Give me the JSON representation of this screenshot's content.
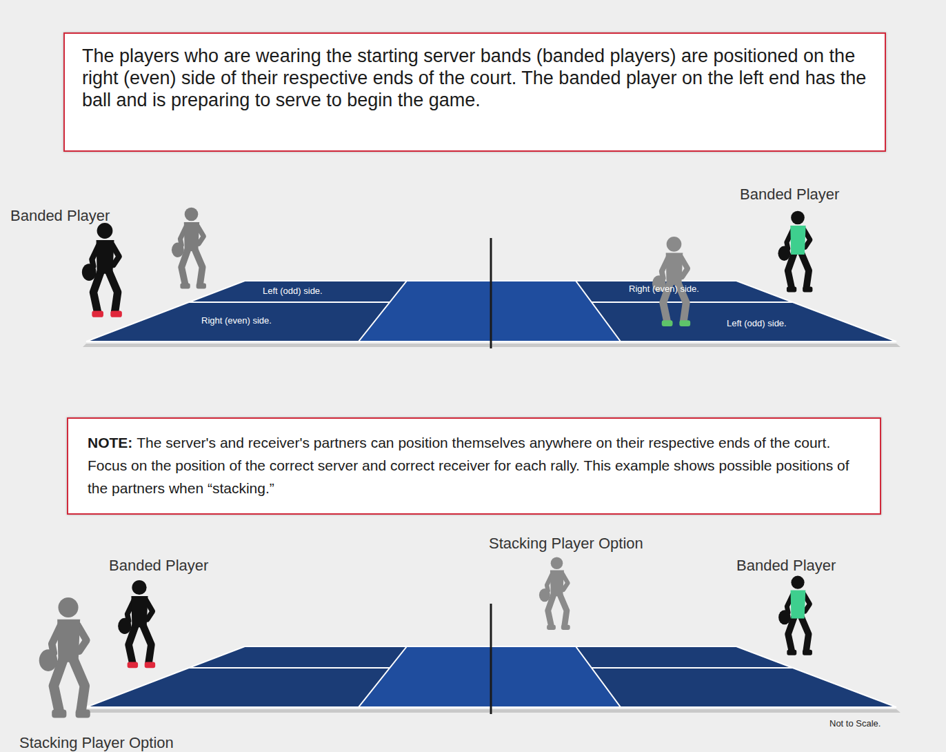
{
  "diagram": {
    "nodes": [
      {
        "text": [
          "The players who are wearing the starting server bands (banded players) are positioned on the right (even) side of their respective ends of the court. The banded player on the left end has the ball and is preparing to serve to begin the game."
        ]
      },
      {
        "text": [
          "NOTE:",
          "The server's and receiver's partners can position themselves anywhere on their respective ends of the court. Focus on the position of the correct server and correct receiver for each rally. This example shows possible positions of the partners when “stacking.”"
        ]
      }
    ],
    "labels": [
      "Banded Player",
      "Banded Player",
      "Left (odd) side.",
      "Right (even) side.",
      "Right (even) side.",
      "Left (odd) side.",
      "Stacking Player Option",
      "Banded Player",
      "Banded Player",
      "Stacking Player Option",
      "Not to Scale."
    ]
  }
}
